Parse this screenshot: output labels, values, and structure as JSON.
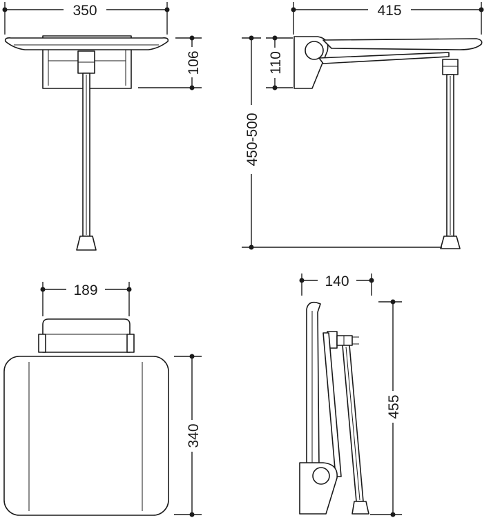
{
  "dimensions": {
    "front_width": "350",
    "front_height": "106",
    "side_length": "415",
    "side_bracket_height": "110",
    "side_seat_height": "450-500",
    "top_bracket_width": "189",
    "top_seat_depth": "340",
    "folded_depth": "140",
    "folded_height": "455"
  },
  "colors": {
    "line": "#1a1a1a",
    "fill": "#ffffff"
  }
}
